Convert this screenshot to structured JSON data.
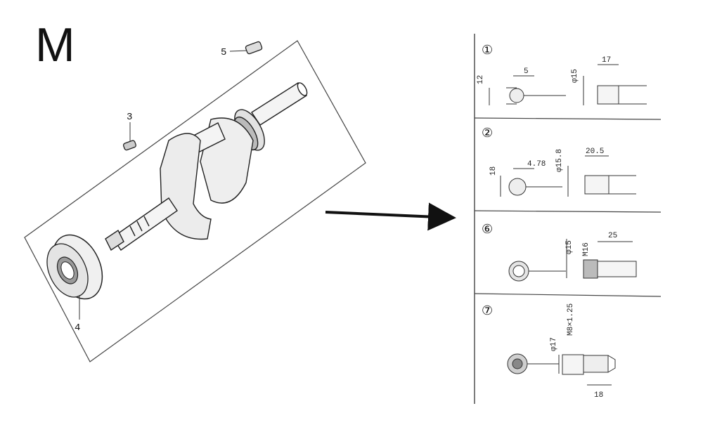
{
  "section_letter": "M",
  "callouts": {
    "pin_top": "5",
    "key_small": "3",
    "bearing": "4"
  },
  "variants": [
    {
      "marker": "①",
      "height": "12",
      "key_width": "5",
      "diameter": "φ15",
      "length": "17"
    },
    {
      "marker": "②",
      "height": "18",
      "key_width": "4.78",
      "diameter": "φ15.8",
      "length": "20.5"
    },
    {
      "marker": "⑥",
      "diameter": "φ15",
      "thread": "M16",
      "length": "25"
    },
    {
      "marker": "⑦",
      "diameter": "φ17",
      "thread": "M8×1.25",
      "length": "18"
    }
  ]
}
